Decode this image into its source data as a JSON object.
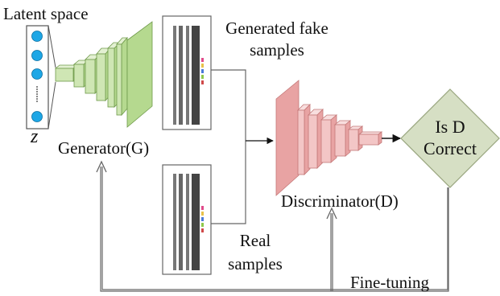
{
  "labels": {
    "latent_space": "Latent space",
    "z": "z",
    "generator": "Generator(G)",
    "generated_line1": "Generated fake",
    "generated_line2": "samples",
    "discriminator": "Discriminator(D)",
    "decision_line1": "Is D",
    "decision_line2": "Correct",
    "real_line1": "Real",
    "real_line2": "samples",
    "fine_tuning": "Fine-tuning"
  },
  "colors": {
    "latent_node": "#1ea7e6",
    "generator_fill": "#cfe6b4",
    "generator_stroke": "#6f9a4a",
    "discriminator_fill": "#f3c6c6",
    "discriminator_stroke": "#c47878",
    "decision_fill": "#d6dfc4",
    "decision_stroke": "#98a57e",
    "line": "#555555"
  }
}
